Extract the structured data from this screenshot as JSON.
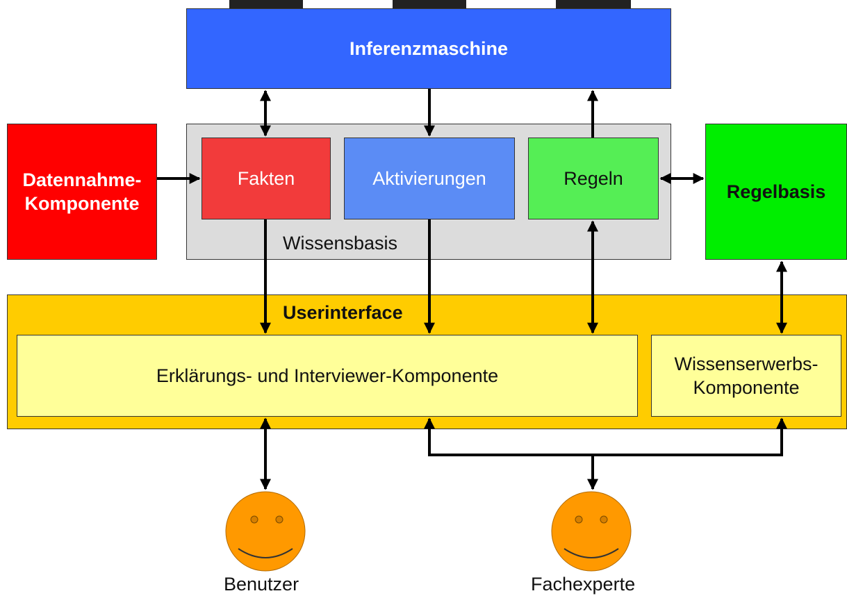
{
  "inference_engine": {
    "label": "Inferenzmaschine",
    "color": "#3366ff"
  },
  "data_component": {
    "label_line1": "Datennahme-",
    "label_line2": "Komponente",
    "color": "#ff0000"
  },
  "knowledge_base": {
    "label": "Wissensbasis",
    "color": "#dcdcdc",
    "facts": {
      "label": "Fakten",
      "color": "#f23b3b"
    },
    "activations": {
      "label": "Aktivierungen",
      "color": "#5b8cf5"
    },
    "rules": {
      "label": "Regeln",
      "color": "#55ee55"
    }
  },
  "rule_base": {
    "label": "Regelbasis",
    "color": "#00ee00"
  },
  "user_interface": {
    "label": "Userinterface",
    "color": "#ffcc00",
    "explanation_component": {
      "label": "Erklärungs- und Interviewer-Komponente",
      "color": "#ffff99"
    },
    "acquisition_component": {
      "label_line1": "Wissenserwerbs-",
      "label_line2": "Komponente",
      "color": "#ffff99"
    }
  },
  "actors": {
    "user": {
      "label": "Benutzer",
      "face_color": "#ff9900"
    },
    "expert": {
      "label": "Fachexperte",
      "face_color": "#ff9900"
    }
  }
}
